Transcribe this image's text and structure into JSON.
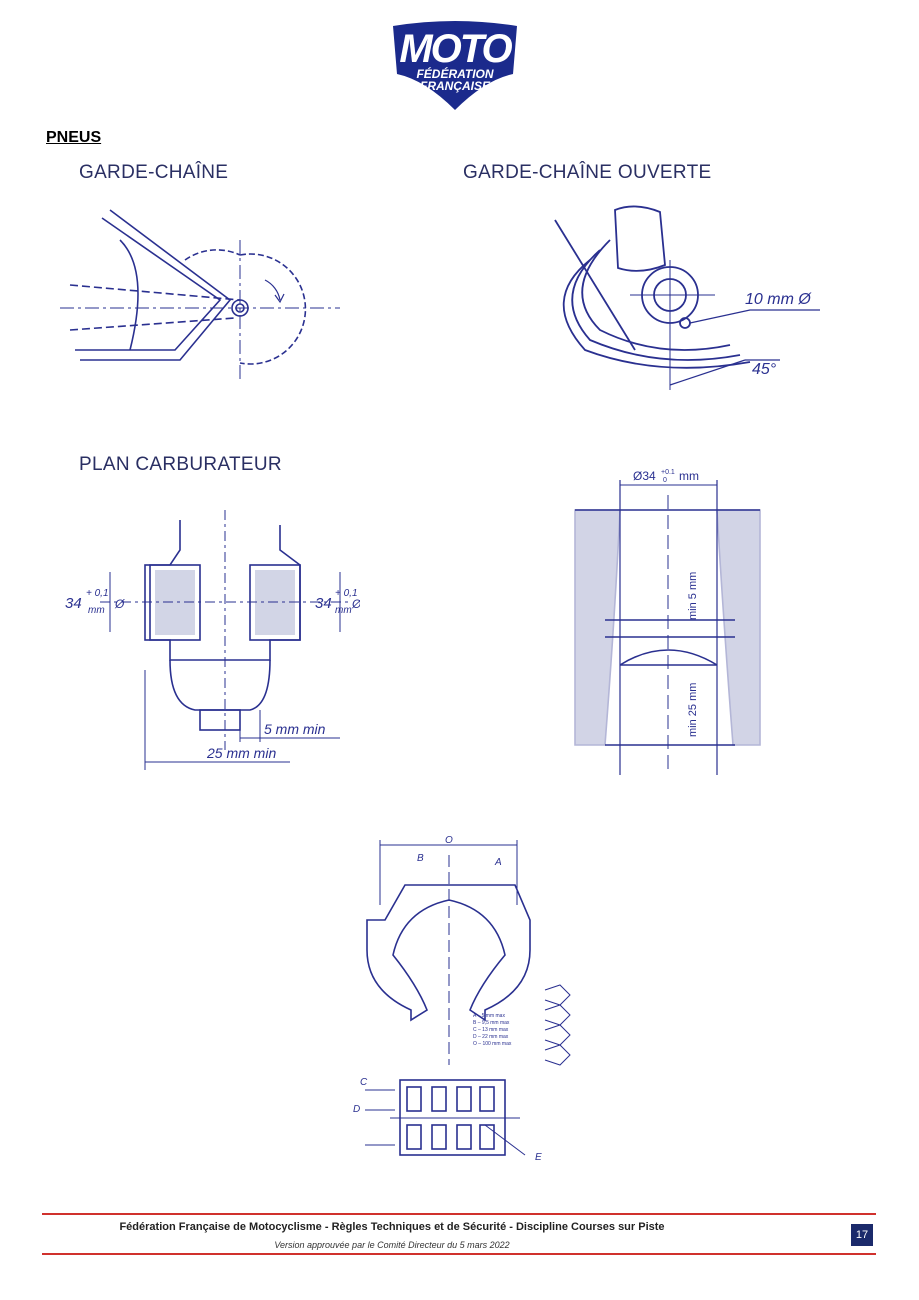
{
  "logo": {
    "brand": "MOTO",
    "line1": "FÉDÉRATION",
    "line2": "FRANÇAISE",
    "color": "#1b2a8c"
  },
  "section_title": "PNEUS",
  "figures": {
    "garde_chaine": {
      "title": "GARDE-CHAÎNE"
    },
    "garde_chaine_ouverte": {
      "title": "GARDE-CHAÎNE OUVERTE",
      "label_diameter": "10 mm Ø",
      "label_angle": "45°"
    },
    "plan_carburateur": {
      "title": "PLAN CARBURATEUR",
      "left_dim": "34",
      "left_tol_plus": "+ 0,1",
      "left_tol_unit": "mm",
      "left_symbol": "Ø",
      "right_dim": "34",
      "right_tol_plus": "+ 0,1",
      "right_tol_unit": "mm",
      "right_symbol": "Ø",
      "dim_5": "5 mm min",
      "dim_25": "25 mm min"
    },
    "section_view": {
      "diameter": "Ø34",
      "tol_plus": "+0.1",
      "tol_zero": "0",
      "unit": "mm",
      "min5": "min 5 mm",
      "min25": "min 25 mm"
    },
    "tire_diagram": {
      "label_O": "O",
      "label_A": "A",
      "label_B": "B",
      "label_C": "C",
      "label_D": "D",
      "label_E": "E",
      "legend": [
        "A – 5 mm max",
        "B – 9,5 mm max",
        "C – 13 mm max",
        "D – 22 mm max",
        "O – 100 mm max"
      ]
    }
  },
  "footer": {
    "title": "Fédération Française de Motocyclisme - Règles Techniques et de Sécurité - Discipline Courses sur Piste",
    "subtitle": "Version approuvée par le Comité Directeur du 5 mars 2022",
    "page_number": "17",
    "accent": "#d0312d"
  }
}
